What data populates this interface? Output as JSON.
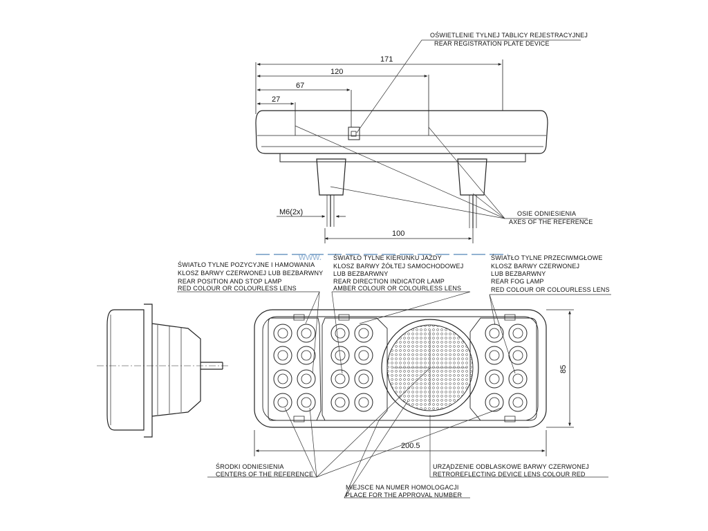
{
  "dimensions": {
    "d171": "171",
    "d120": "120",
    "d67": "67",
    "d27": "27",
    "d100": "100",
    "m6": "M6(2x)",
    "d85": "85",
    "d200": "200.5"
  },
  "labels": {
    "plate": [
      "OŚWIETLENIE TYLNEJ TABLICY REJESTRACYJNEJ",
      "REAR REGISTRATION PLATE DEVICE"
    ],
    "axes": [
      "OSIE ODNIESIENIA",
      "AXES OF THE REFERENCE"
    ],
    "position": [
      "ŚWIATŁO TYLNE POZYCYJNE I HAMOWANIA",
      "KLOSZ BARWY CZERWONEJ LUB BEZBARWNY",
      "REAR POSITION AND STOP LAMP",
      "RED COLOUR  OR COLOURLESS LENS"
    ],
    "direction": [
      "ŚWIATŁO TYLNE KIERUNKU JAZDY",
      "KLOSZ BARWY ŻÓŁTEJ SAMOCHODOWEJ",
      "LUB BEZBARWNY",
      "REAR DIRECTION INDICATOR LAMP",
      "AMBER COLOUR  OR COLOURLESS LENS"
    ],
    "fog": [
      "ŚWIATŁO TYLNE PRZECIWMGŁOWE",
      "KLOSZ BARWY CZERWONEJ",
      "LUB BEZBARWNY",
      "REAR FOG LAMP",
      "RED COLOUR  OR COLOURLESS LENS"
    ],
    "centers": [
      "ŚRODKI ODNIESIENIA",
      "CENTERS OF THE REFERENCE"
    ],
    "retro": [
      "URZĄDZENIE ODBLASKOWE BARWY CZERWONEJ",
      "RETROREFLECTING DEVICE LENS COLOUR RED"
    ],
    "approval": [
      "MIEJSCE NA NUMER HOMOLOGACJI",
      "PLACE FOR THE APPROVAL NUMBER"
    ]
  },
  "watermark": "www.",
  "colors": {
    "line": "#222222",
    "leader": "#333333",
    "watermark": "#4a7fb5"
  }
}
